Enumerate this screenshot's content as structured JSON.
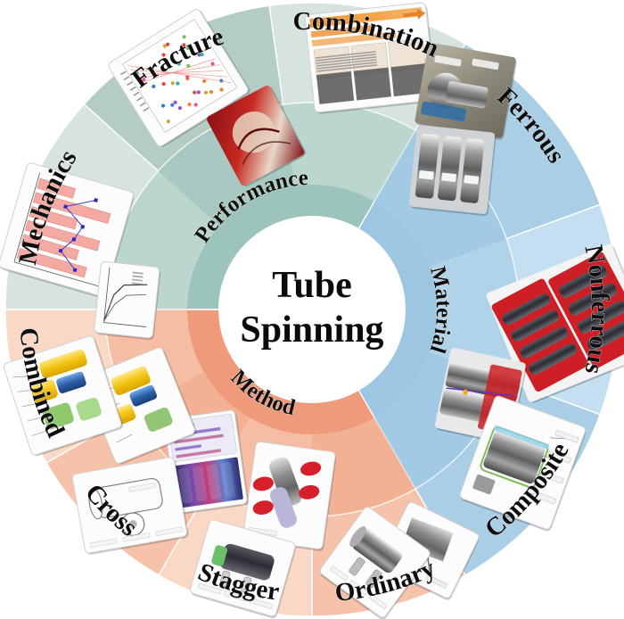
{
  "diagram": {
    "title": "Tube Spinning",
    "hub": {
      "line1": "Tube",
      "line2": "Spinning"
    },
    "inner_ring": [
      {
        "id": "performance",
        "label": "Performance",
        "color": "#9cc4bd",
        "start_deg": 180,
        "end_deg": 300
      },
      {
        "id": "material",
        "label": "Material",
        "color": "#9cc6e2",
        "start_deg": 300,
        "end_deg": 60
      },
      {
        "id": "method",
        "label": "Method",
        "color": "#ef9b7b",
        "start_deg": 60,
        "end_deg": 180
      }
    ],
    "outer_ring": [
      {
        "id": "mechanics",
        "label": "Mechanics",
        "parent": "performance",
        "color": "#d6e3de",
        "start_deg": 180,
        "end_deg": 222
      },
      {
        "id": "fracture",
        "label": "Fracture",
        "parent": "performance",
        "color": "#b3cdc5",
        "start_deg": 222,
        "end_deg": 262
      },
      {
        "id": "combination",
        "label": "Combination",
        "parent": "performance",
        "color": "#d6e3de",
        "start_deg": 262,
        "end_deg": 300
      },
      {
        "id": "ferrous",
        "label": "Ferrous",
        "parent": "material",
        "color": "#aacee6",
        "start_deg": 300,
        "end_deg": 340
      },
      {
        "id": "nonferrous",
        "label": "Nonferrous",
        "parent": "material",
        "color": "#c3dff0",
        "start_deg": 340,
        "end_deg": 20
      },
      {
        "id": "composite",
        "label": "Composite",
        "parent": "material",
        "color": "#aacee6",
        "start_deg": 20,
        "end_deg": 60
      },
      {
        "id": "ordinary",
        "label": "Ordinary",
        "parent": "method",
        "color": "#f6c3aa",
        "start_deg": 60,
        "end_deg": 90
      },
      {
        "id": "stagger",
        "label": "Stagger",
        "parent": "method",
        "color": "#f9d8c6",
        "start_deg": 90,
        "end_deg": 120
      },
      {
        "id": "cross",
        "label": "Cross",
        "parent": "method",
        "color": "#f6c3aa",
        "start_deg": 120,
        "end_deg": 150
      },
      {
        "id": "combined",
        "label": "Combined",
        "parent": "method",
        "color": "#f9d8c6",
        "start_deg": 150,
        "end_deg": 180
      }
    ],
    "thumbnails": [
      {
        "id": "thumb-combination",
        "in_segment": "combination",
        "kind": "process-chart-orange",
        "caption": "process comparison chart"
      },
      {
        "id": "thumb-fracture-1",
        "in_segment": "fracture",
        "kind": "scatter-plot-colored",
        "caption": "fracture property scatter plot"
      },
      {
        "id": "thumb-fracture-2",
        "in_segment": "fracture",
        "kind": "red-fracture-surface",
        "caption": "fractured tube micrograph"
      },
      {
        "id": "thumb-mechanics-1",
        "in_segment": "mechanics",
        "kind": "pink-bar-chart",
        "caption": "mechanics bar chart"
      },
      {
        "id": "thumb-mechanics-2",
        "in_segment": "mechanics",
        "kind": "line-plot-small",
        "caption": "stress-strain curve"
      },
      {
        "id": "thumb-ferrous-1",
        "in_segment": "ferrous",
        "kind": "photo-machine",
        "caption": "spinning machine photo"
      },
      {
        "id": "thumb-ferrous-2",
        "in_segment": "ferrous",
        "kind": "photo-steel-tubes",
        "caption": "steel tubes photo"
      },
      {
        "id": "thumb-nonferrous",
        "in_segment": "nonferrous",
        "kind": "photo-red-tray-tubes",
        "caption": "nonferrous tubes on red tray"
      },
      {
        "id": "thumb-composite-1",
        "in_segment": "composite",
        "kind": "sim-bimetal-tube",
        "caption": "bimetal tube simulation"
      },
      {
        "id": "thumb-composite-2",
        "in_segment": "composite",
        "kind": "schematic-mandrel",
        "caption": "composite spinning schematic"
      },
      {
        "id": "thumb-ordinary-1",
        "in_segment": "ordinary",
        "kind": "schematic-roller-grey",
        "caption": "ordinary spinning setup"
      },
      {
        "id": "thumb-ordinary-2",
        "in_segment": "ordinary",
        "kind": "schematic-roller-tube",
        "caption": "ordinary spinning roller"
      },
      {
        "id": "thumb-stagger-1",
        "in_segment": "stagger",
        "kind": "schematic-red-rollers",
        "caption": "staggered roller arrangement"
      },
      {
        "id": "thumb-stagger-2",
        "in_segment": "stagger",
        "kind": "schematic-green-tube",
        "caption": "stagger spinning model"
      },
      {
        "id": "thumb-cross-1",
        "in_segment": "cross",
        "kind": "sim-field-plot",
        "caption": "cross spinning field plot"
      },
      {
        "id": "thumb-cross-2",
        "in_segment": "cross",
        "kind": "schematic-cross-tube",
        "caption": "cross spinning schematic"
      },
      {
        "id": "thumb-combined-1",
        "in_segment": "combined",
        "kind": "schematic-yellow-blue",
        "caption": "combined spinning model A"
      },
      {
        "id": "thumb-combined-2",
        "in_segment": "combined",
        "kind": "schematic-yellow-green",
        "caption": "combined spinning model B"
      }
    ],
    "colors": {
      "background": "#ffffff",
      "hub_fill": "#ffffff",
      "performance": "#9cc4bd",
      "material": "#9cc6e2",
      "method": "#ef9b7b",
      "text": "#0d0d0d"
    }
  }
}
